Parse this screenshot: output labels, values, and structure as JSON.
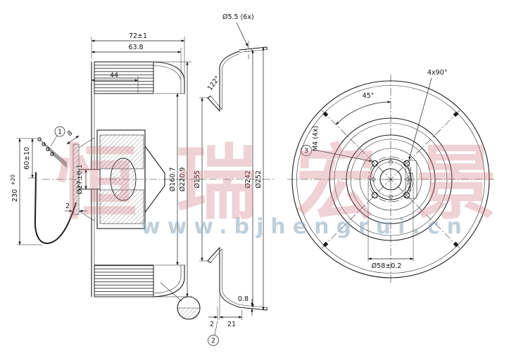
{
  "side": {
    "overall_depth": "72±1",
    "inner_depth": "63.8",
    "blade_depth": "44",
    "terminal_dim": "8",
    "lead_strip": "60±10",
    "cable_len": "230",
    "cable_tol": "+20",
    "flange_gap": "2",
    "shaft_dia": "Ø27±0.1",
    "blade_inner_dia": "Ø160.7",
    "impeller_dia": "Ø220.9"
  },
  "ring": {
    "inlet_dia": "Ø155",
    "inner_dia": "Ø242",
    "outer_dia": "Ø252",
    "hole_callout": "Ø5.5 (6x)",
    "cone_angle": "122°",
    "sheet_thk": "0.8",
    "depth": "21",
    "lip": "2"
  },
  "front": {
    "hole_pattern": "4x90°",
    "first_angle": "45°",
    "thread": "M4 (4x)",
    "bolt_circle": "Ø58±0.2",
    "brand": "ebmpapst"
  },
  "balloons": {
    "b1": "1",
    "b2": "2",
    "b3": "3"
  },
  "watermark": {
    "cn": "恒瑞宏景",
    "url": "www.bjhengrui.cn"
  }
}
